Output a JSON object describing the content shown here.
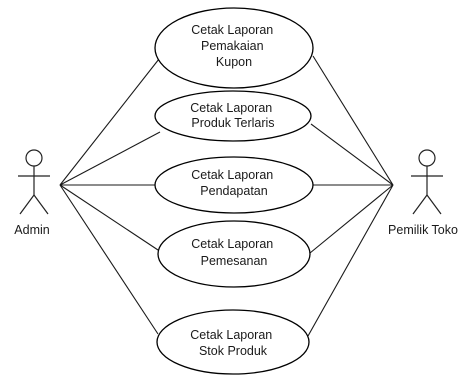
{
  "actors": {
    "left": {
      "label": "Admin"
    },
    "right": {
      "label": "Pemilik Toko"
    }
  },
  "use_cases": [
    {
      "lines": [
        "Cetak Laporan",
        "Pemakaian",
        "Kupon"
      ]
    },
    {
      "lines": [
        "Cetak Laporan",
        "Produk Terlaris"
      ]
    },
    {
      "lines": [
        "Cetak Laporan",
        "Pendapatan"
      ]
    },
    {
      "lines": [
        "Cetak Laporan",
        "Pemesanan"
      ]
    },
    {
      "lines": [
        "Cetak Laporan",
        "Stok Produk"
      ]
    }
  ]
}
